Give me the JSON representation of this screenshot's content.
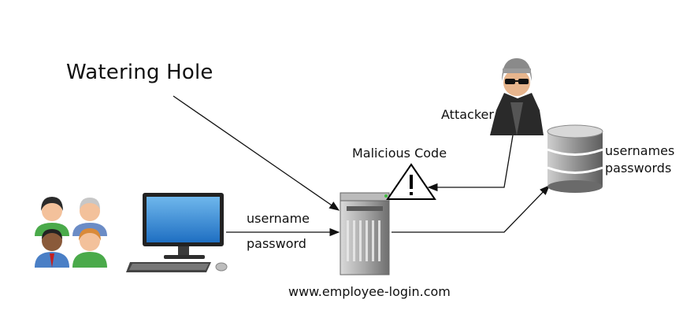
{
  "diagram": {
    "title": "Watering Hole",
    "labels": {
      "attacker": "Attacker",
      "malicious_code": "Malicious Code",
      "db_line1": "usernames",
      "db_line2": "passwords",
      "cred_line1": "username",
      "cred_line2": "password",
      "url": "www.employee-login.com"
    },
    "icons": [
      "users-group-icon",
      "computer-icon",
      "server-icon",
      "warning-icon",
      "hacker-icon",
      "database-icon"
    ],
    "colors": {
      "monitor": "#3c8ed6",
      "server": "#8f8f8f",
      "database": "#7d7d7d",
      "warning": "#000000"
    }
  }
}
